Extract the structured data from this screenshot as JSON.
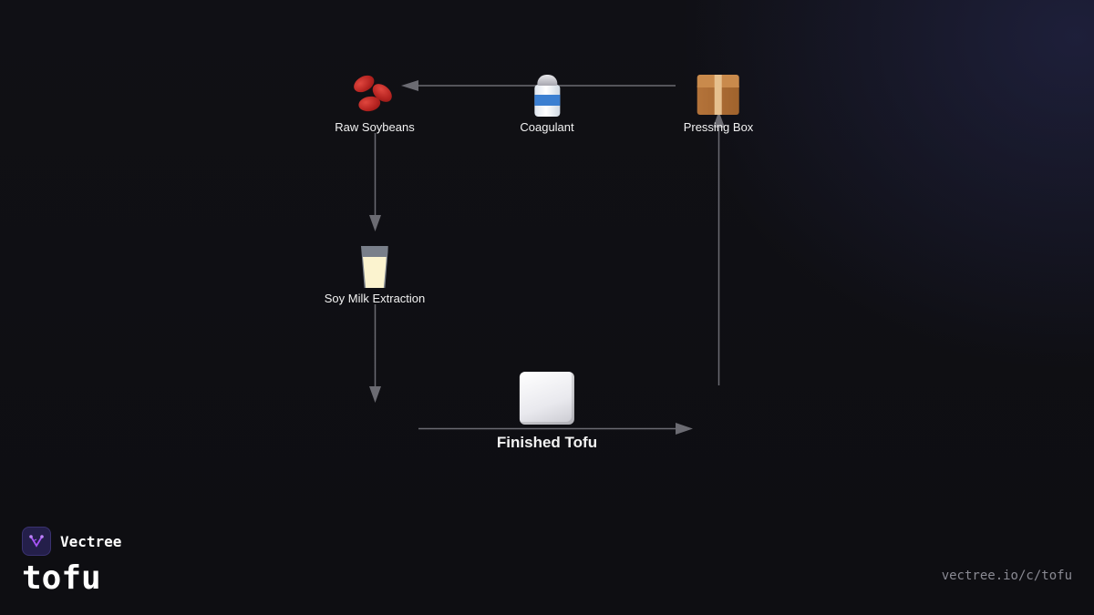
{
  "brand": {
    "name": "Vectree",
    "logo_color": "#241f4a",
    "logo_icon": "tree-branch-icon"
  },
  "page": {
    "title": "tofu",
    "url": "vectree.io/c/tofu"
  },
  "diagram": {
    "nodes": [
      {
        "id": "raw-soybeans",
        "label": "Raw Soybeans",
        "icon": "beans-icon"
      },
      {
        "id": "coagulant",
        "label": "Coagulant",
        "icon": "salt-shaker-icon"
      },
      {
        "id": "pressing-box",
        "label": "Pressing Box",
        "icon": "package-box-icon"
      },
      {
        "id": "soy-milk-extraction",
        "label": "Soy Milk Extraction",
        "icon": "milk-glass-icon"
      },
      {
        "id": "finished-tofu",
        "label": "Finished Tofu",
        "icon": "tofu-block-icon"
      }
    ],
    "edges": [
      {
        "from": "pressing-box",
        "to": "raw-soybeans"
      },
      {
        "from": "raw-soybeans",
        "to": "soy-milk-extraction"
      },
      {
        "from": "soy-milk-extraction",
        "to": "finished-tofu"
      },
      {
        "from": "finished-tofu",
        "to": "pressing-box"
      }
    ],
    "colors": {
      "edge": "#6b6b72",
      "background": "#0f0f13",
      "accent": "#a855f7"
    }
  }
}
